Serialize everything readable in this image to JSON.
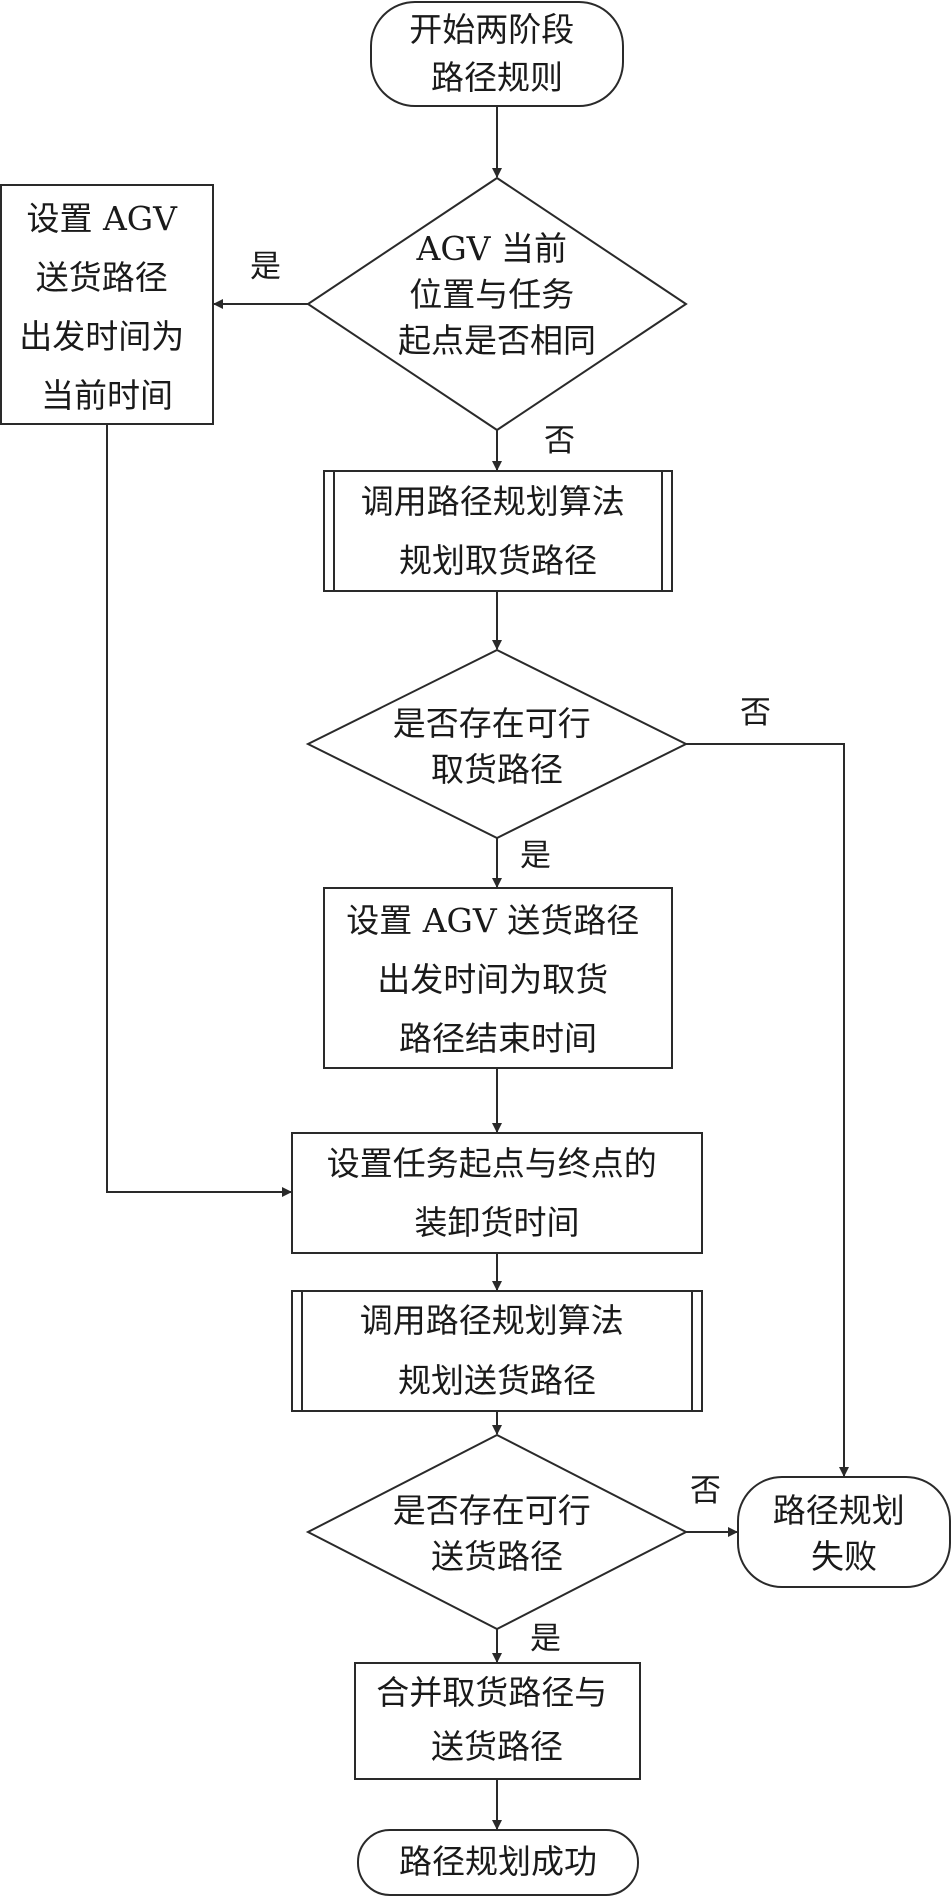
{
  "nodes": {
    "start": [
      "开始两阶段",
      "路径规则"
    ],
    "check_same_position": [
      "AGV 当前",
      "位置与任务",
      "起点是否相同"
    ],
    "set_time_current": [
      "设置 AGV",
      "送货路径",
      "出发时间为",
      "当前时间"
    ],
    "plan_pickup": [
      "调用路径规划算法",
      "规划取货路径"
    ],
    "check_pickup_feasible": [
      "是否存在可行",
      "取货路径"
    ],
    "set_time_pickup_end": [
      "设置 AGV 送货路径",
      "出发时间为取货",
      "路径结束时间"
    ],
    "set_load_unload_time": [
      "设置任务起点与终点的",
      "装卸货时间"
    ],
    "plan_delivery": [
      "调用路径规划算法",
      "规划送货路径"
    ],
    "check_delivery_feasible": [
      "是否存在可行",
      "送货路径"
    ],
    "fail": [
      "路径规划",
      "失败"
    ],
    "merge": [
      "合并取货路径与",
      "送货路径"
    ],
    "success": [
      "路径规划成功"
    ]
  },
  "edge_labels": {
    "same_yes": "是",
    "same_no": "否",
    "pickup_no": "否",
    "pickup_yes": "是",
    "delivery_no": "否",
    "delivery_yes": "是"
  }
}
